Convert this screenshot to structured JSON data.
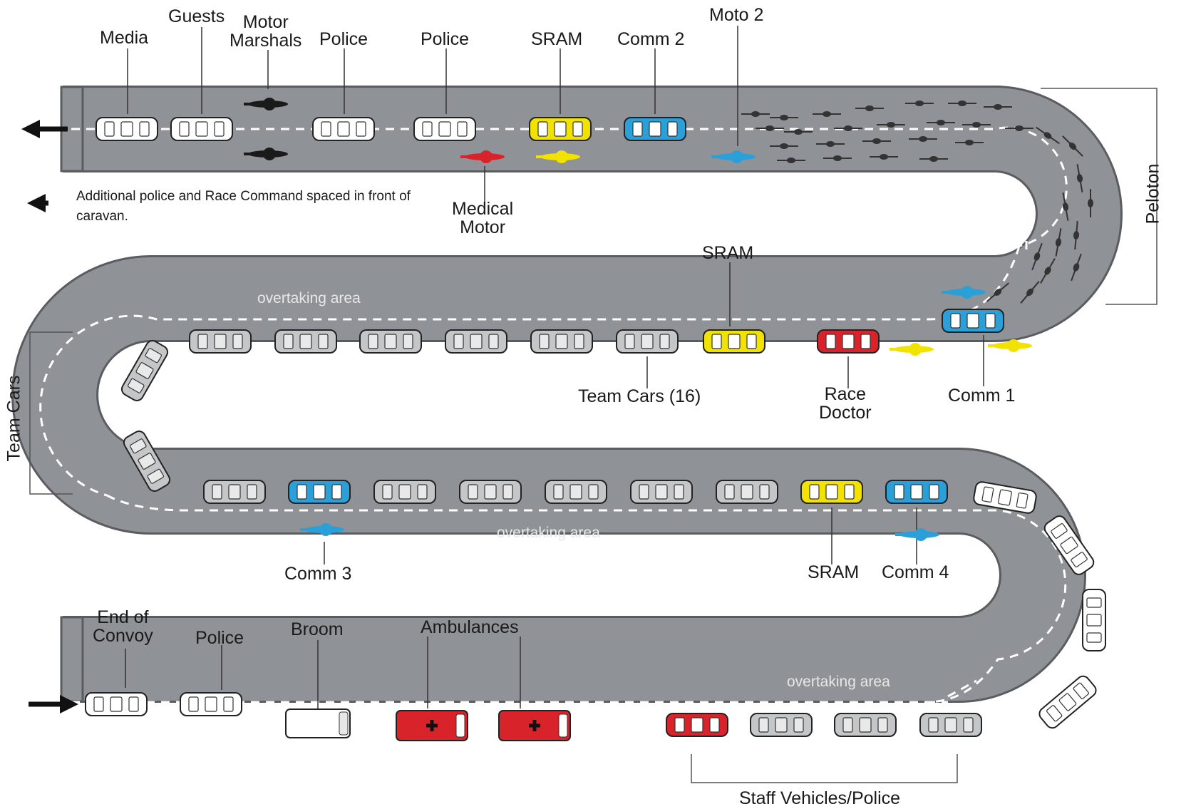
{
  "labels": {
    "media": "Media",
    "guests": "Guests",
    "motor_marshals": "Motor\nMarshals",
    "police_1": "Police",
    "police_2": "Police",
    "sram_top": "SRAM",
    "comm2": "Comm 2",
    "moto2": "Moto 2",
    "medical_motor": "Medical\nMotor",
    "sram_mid": "SRAM",
    "team_cars": "Team Cars (16)",
    "race_doctor": "Race\nDoctor",
    "comm1": "Comm 1",
    "comm3": "Comm 3",
    "sram_low": "SRAM",
    "comm4": "Comm 4",
    "end_of_convoy": "End of\nConvoy",
    "police_3": "Police",
    "broom": "Broom",
    "ambulances": "Ambulances",
    "staff_vehicles": "Staff Vehicles/Police",
    "peloton": "Peloton",
    "team_cars_side": "Team Cars"
  },
  "note": "Additional police and Race Command spaced in front of caravan.",
  "overtaking_label": "overtaking area",
  "colors": {
    "road": "#8f9296",
    "road_edge": "#5a5c60",
    "white_car": "#ffffff",
    "yellow": "#f2e200",
    "blue": "#2b9fd8",
    "red": "#d8232a",
    "gray_car": "#c4c6c8",
    "black_moto": "#1a1a1a"
  }
}
